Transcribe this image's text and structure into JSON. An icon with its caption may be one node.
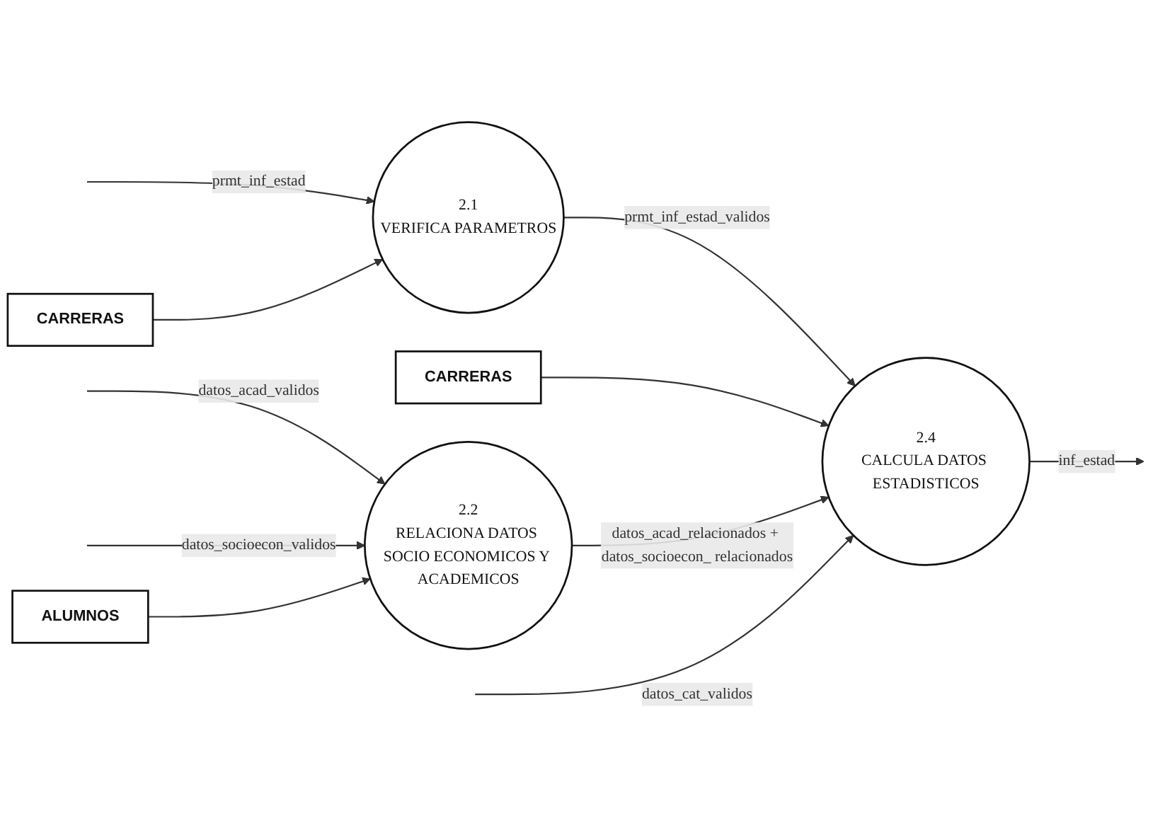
{
  "diagram": {
    "nodes": [
      {
        "text": [
          "2.1",
          "VERIFICA PARAMETROS"
        ]
      },
      {
        "text": [
          "CARRERAS"
        ]
      },
      {
        "text": [
          "CARRERAS"
        ]
      },
      {
        "text": [
          "2.4",
          "CALCULA DATOS ESTADISTICOS"
        ]
      },
      {
        "text": [
          "2.2",
          "RELACIONA DATOS SOCIO ECONOMICOS Y ACADEMICOS"
        ]
      },
      {
        "text": [
          "ALUMNOS"
        ]
      }
    ],
    "edges": [
      {
        "from": null,
        "to": 0,
        "arrow": "to",
        "label": "prmt_inf_estad"
      },
      {
        "from": 2,
        "to": 0,
        "arrow": "to"
      },
      {
        "from": 0,
        "to": 3,
        "arrow": "to",
        "label": "prmt_inf_estad_validos"
      },
      {
        "from": 1,
        "to": 3,
        "arrow": "to"
      },
      {
        "from": 3,
        "to": null,
        "arrow": "to",
        "label": "inf_estad"
      },
      {
        "from": null,
        "to": 4,
        "arrow": "to",
        "label": "datos_acad_validos"
      },
      {
        "from": 4,
        "to": 3,
        "arrow": "to",
        "label": "datos_acad_relacionados + datos_socioecon_ relacionados"
      },
      {
        "from": null,
        "to": 4,
        "arrow": "to",
        "label": "datos_socioecon_validos"
      },
      {
        "from": 5,
        "to": 4,
        "arrow": "to"
      },
      {
        "from": null,
        "to": 3,
        "arrow": "to",
        "label": "datos_cat_validos"
      }
    ]
  }
}
